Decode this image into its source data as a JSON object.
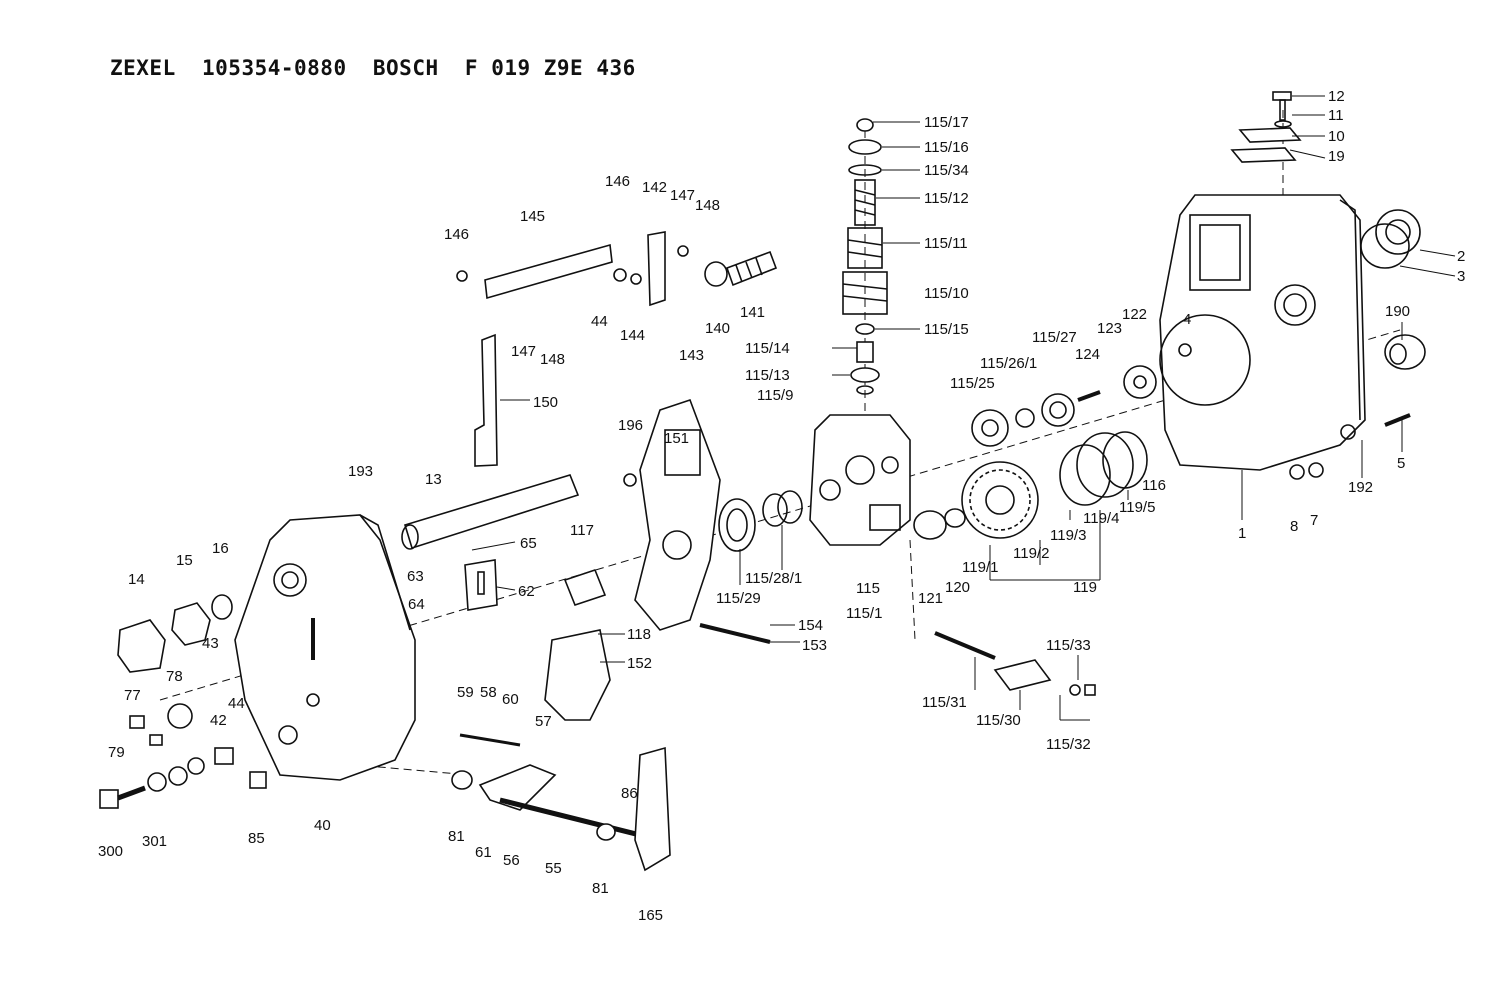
{
  "title": {
    "brand1": "ZEXEL",
    "number1": "105354-0880",
    "brand2": "BOSCH",
    "number2": "F 019 Z9E 436"
  },
  "callouts": [
    "115/17",
    "115/16",
    "115/34",
    "115/12",
    "115/11",
    "115/10",
    "115/15",
    "115/14",
    "115/13",
    "115/9",
    "12",
    "11",
    "10",
    "19",
    "2",
    "3",
    "190",
    "5",
    "192",
    "1",
    "7",
    "8",
    "146",
    "142",
    "147",
    "148",
    "145",
    "146",
    "147",
    "148",
    "44",
    "144",
    "140",
    "141",
    "143",
    "150",
    "115/27",
    "123",
    "122",
    "4",
    "124",
    "115/26/1",
    "115/25",
    "116",
    "119/5",
    "119/4",
    "119/3",
    "119/2",
    "119/1",
    "119",
    "120",
    "121",
    "151",
    "196",
    "115",
    "115/1",
    "115/28/1",
    "115/29",
    "117",
    "118",
    "152",
    "154",
    "153",
    "193",
    "13",
    "65",
    "63",
    "62",
    "64",
    "14",
    "15",
    "16",
    "43",
    "78",
    "77",
    "44",
    "42",
    "79",
    "300",
    "301",
    "85",
    "40",
    "59",
    "58",
    "60",
    "57",
    "81",
    "61",
    "56",
    "55",
    "86",
    "81",
    "165",
    "115/31",
    "115/30",
    "115/33",
    "115/32"
  ]
}
